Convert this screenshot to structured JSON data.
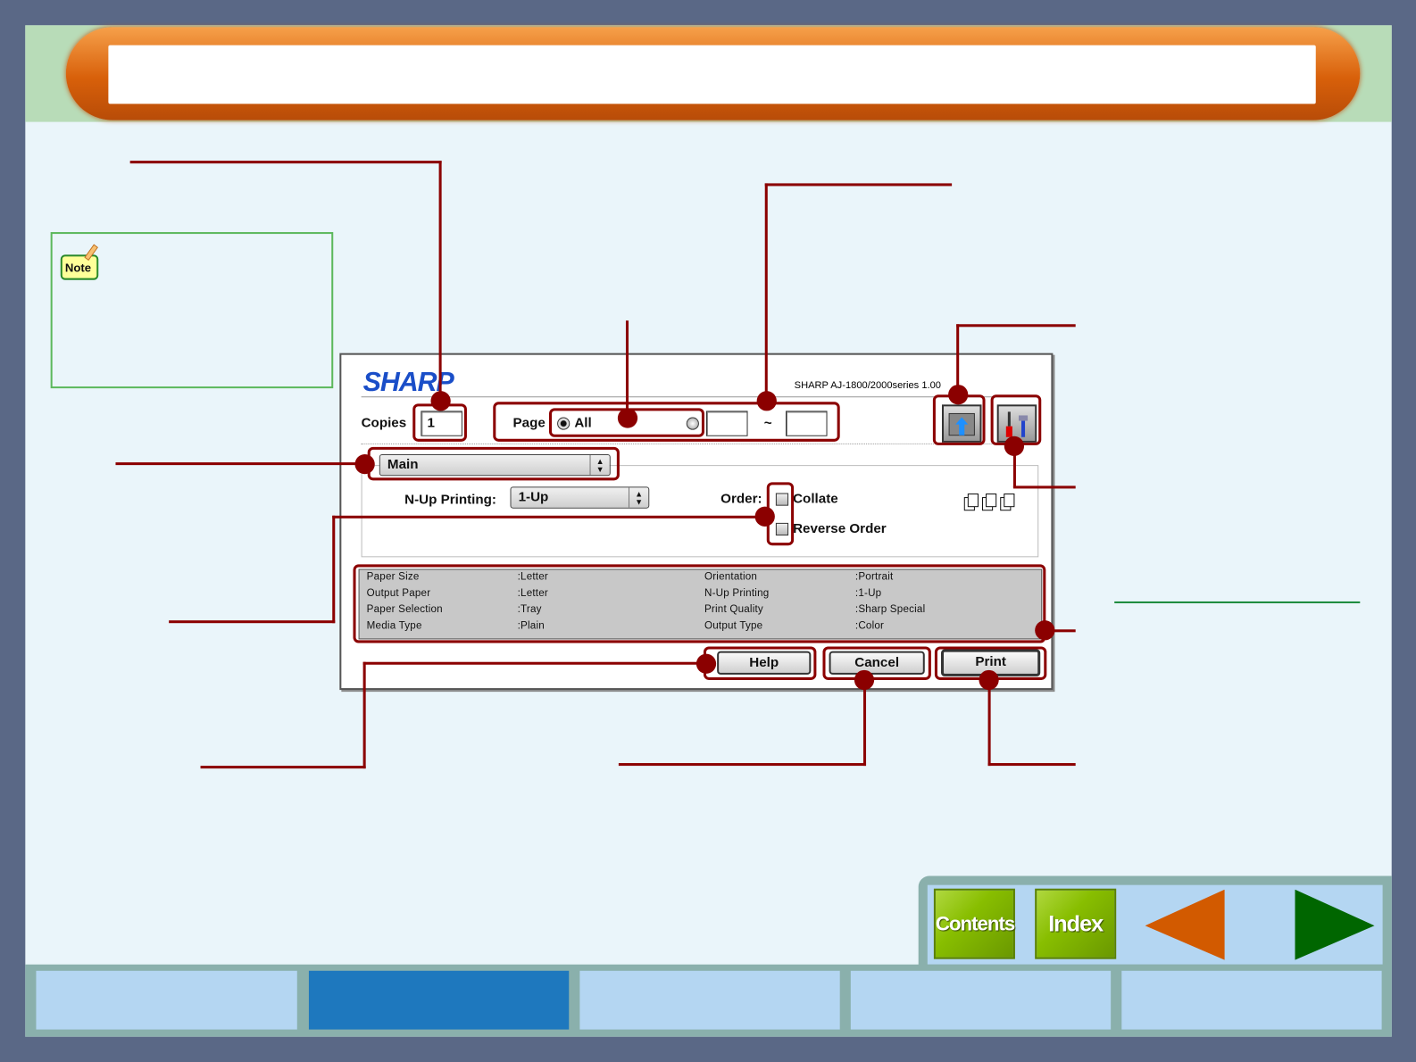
{
  "header": {
    "title": ""
  },
  "note": {
    "icon": "note-pencil-icon",
    "label": "Note"
  },
  "dialog": {
    "logo": "SHARP",
    "version": "SHARP AJ-1800/2000series 1.00",
    "copies_label": "Copies",
    "copies_value": "1",
    "page_label": "Page",
    "page_all": "All",
    "page_from": "",
    "page_to": "",
    "range_sep": "~",
    "panel_select": "Main",
    "nup_label": "N-Up Printing:",
    "nup_value": "1-Up",
    "order_label": "Order:",
    "collate_label": "Collate",
    "collate_checked": false,
    "reverse_label": "Reverse Order",
    "reverse_checked": false,
    "summary": [
      {
        "name": "Paper Size",
        "value": ":Letter"
      },
      {
        "name": "Output Paper",
        "value": ":Letter"
      },
      {
        "name": "Paper Selection",
        "value": ":Tray"
      },
      {
        "name": "Media Type",
        "value": ":Plain"
      },
      {
        "name": "Orientation",
        "value": ":Portrait"
      },
      {
        "name": "N-Up Printing",
        "value": ":1-Up"
      },
      {
        "name": "Print Quality",
        "value": ":Sharp Special"
      },
      {
        "name": "Output Type",
        "value": ":Color"
      }
    ],
    "help_label": "Help",
    "cancel_label": "Cancel",
    "print_label": "Print"
  },
  "nav": {
    "contents_label": "Contents",
    "index_label": "Index",
    "prev_icon": "arrow-left-icon",
    "next_icon": "arrow-right-icon"
  },
  "colors": {
    "callout": "#8b0000",
    "active_tab": "#1e78be",
    "tab": "#b4d6f2",
    "nav_green": "#88be00"
  }
}
